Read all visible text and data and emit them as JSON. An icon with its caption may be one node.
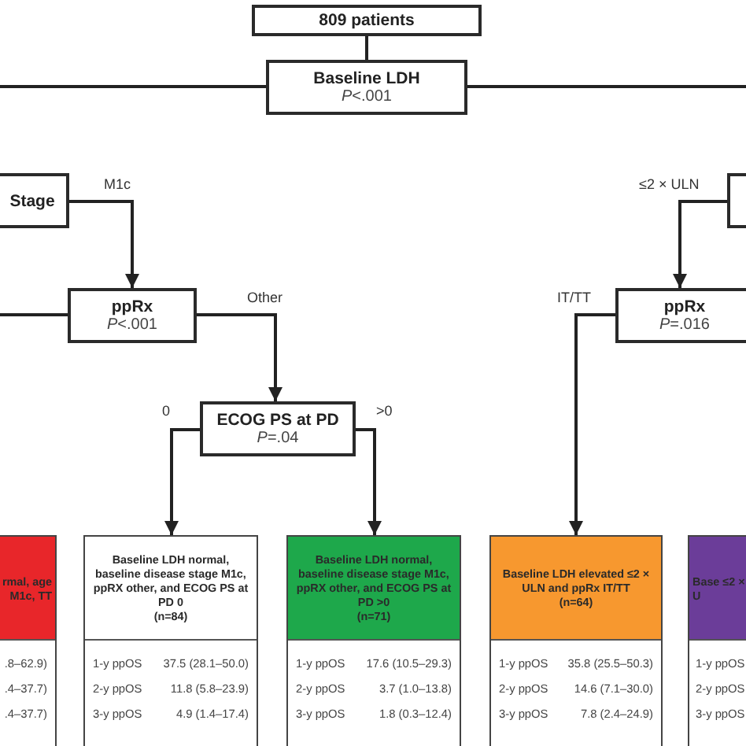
{
  "diagram": {
    "nodes": [
      {
        "text": [
          "809 patients"
        ]
      },
      {
        "text": [
          "Baseline LDH",
          "*P*<.001"
        ]
      },
      {
        "text": [
          "Stage"
        ]
      },
      {
        "text": [],
        "shape": "box"
      },
      {
        "text": [
          "ppRx",
          "*P*<.001"
        ]
      },
      {
        "text": [
          "ppRx",
          "*P*=.016"
        ]
      },
      {
        "text": [
          "ECOG PS at PD",
          "*P*=.04"
        ]
      },
      {
        "text": [
          "rmal, age M1c, TT",
          ".8–62.9)",
          ".4–37.7)",
          ".4–37.7)"
        ]
      },
      {
        "text": [
          "Baseline LDH normal, baseline disease stage M1c, ppRX other, and ECOG PS at PD 0",
          "(n=84)",
          "1-y ppOS",
          "37.5 (28.1–50.0)",
          "2-y ppOS",
          "11.8 (5.8–23.9)",
          "3-y ppOS",
          "4.9 (1.4–17.4)"
        ]
      },
      {
        "text": [
          "Baseline LDH normal, baseline disease stage M1c, ppRX other, and ECOG PS at PD >0",
          "(n=71)",
          "1-y ppOS",
          "17.6 (10.5–29.3)",
          "2-y ppOS",
          "3.7 (1.0–13.8)",
          "3-y ppOS",
          "1.8 (0.3–12.4)"
        ]
      },
      {
        "text": [
          "Baseline LDH elevated ≤2 × ULN and ppRx IT/TT",
          "(n=64)",
          "1-y ppOS",
          "35.8 (25.5–50.3)",
          "2-y ppOS",
          "14.6 (7.1–30.0)",
          "3-y ppOS",
          "7.8 (2.4–24.9)"
        ]
      },
      {
        "text": [
          "Base ≤2 × U",
          "1-y ppOS",
          "2-y ppOS",
          "3-y ppOS"
        ]
      }
    ],
    "edges": [
      {
        "from": 0,
        "to": 1,
        "arrow": "none"
      },
      {
        "from": 1,
        "to": null,
        "arrow": "none"
      },
      {
        "from": 1,
        "to": null,
        "arrow": "none"
      },
      {
        "from": 2,
        "to": 4,
        "label": "M1c",
        "arrow": "to"
      },
      {
        "from": 3,
        "to": 5,
        "label": "≤2 × ULN",
        "arrow": "to"
      },
      {
        "from": 4,
        "to": null,
        "arrow": "none"
      },
      {
        "from": 4,
        "to": 6,
        "label": "Other",
        "arrow": "to"
      },
      {
        "from": 6,
        "to": 8,
        "label": "0",
        "arrow": "to"
      },
      {
        "from": 6,
        "to": 9,
        "label": ">0",
        "arrow": "to"
      },
      {
        "from": 5,
        "to": 10,
        "label": "IT/TT",
        "arrow": "to"
      }
    ]
  }
}
